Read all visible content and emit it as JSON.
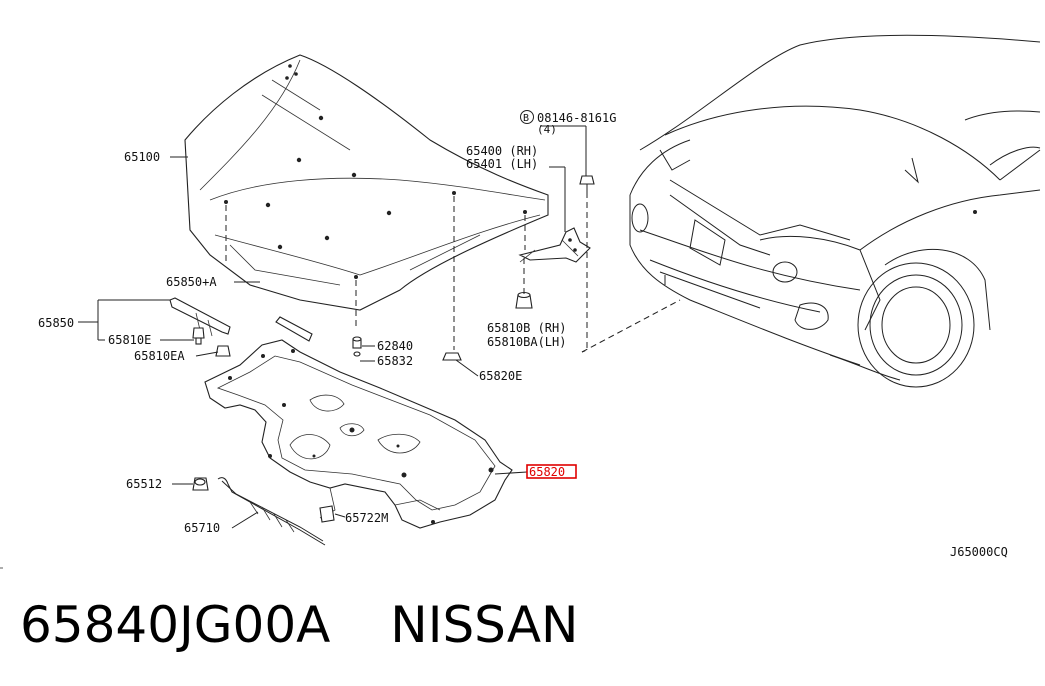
{
  "diagram": {
    "code": "J65000CQ",
    "callouts": {
      "hood": "65100",
      "bolt_ref": "08146-8161G",
      "bolt_qty": "(4)",
      "bolt_marker": "B",
      "hinge_rh": "65400 (RH)",
      "hinge_lh": "65401 (LH)",
      "seal_a": "65850+A",
      "seal_group": "65850",
      "clip_e": "65810E",
      "clip_ea": "65810EA",
      "clip_62840": "62840",
      "washer_65832": "65832",
      "bumper_65820e": "65820E",
      "clip_b_rh": "65810B (RH)",
      "clip_ba_lh": "65810BA(LH)",
      "insulator_highlighted": "65820",
      "rod_65512": "65512",
      "rod_65710": "65710",
      "clip_65722m": "65722M"
    },
    "highlight_color": "#e00000"
  },
  "footer": {
    "part_number": "65840JG00A",
    "brand": "NISSAN"
  }
}
